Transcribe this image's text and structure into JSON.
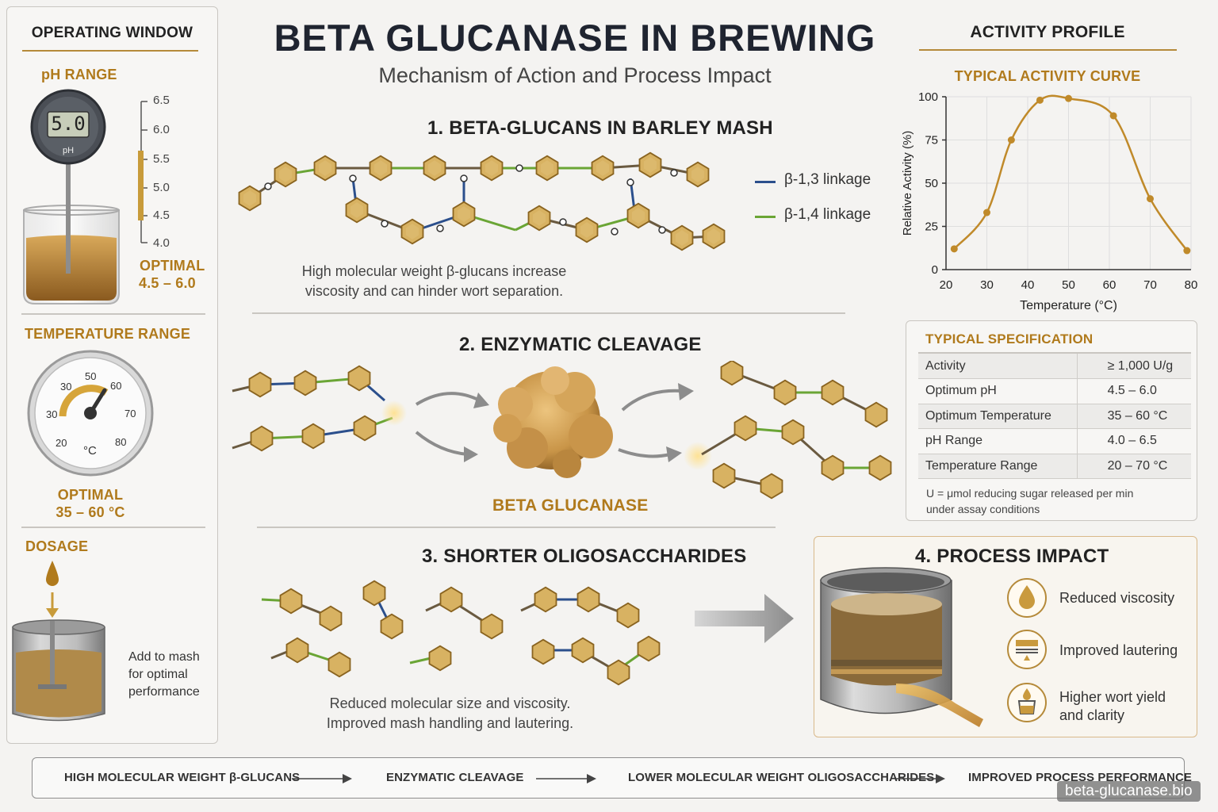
{
  "title": "BETA GLUCANASE IN BREWING",
  "subtitle": "Mechanism of Action and Process Impact",
  "operating_window": {
    "heading": "OPERATING WINDOW",
    "ph": {
      "label": "pH RANGE",
      "meter_display": "5.0",
      "meter_unit": "pH",
      "scale_ticks": [
        "6.5",
        "6.0",
        "5.5",
        "5.0",
        "4.5",
        "4.0"
      ],
      "optimal_label": "OPTIMAL",
      "optimal_value": "4.5 – 6.0"
    },
    "temperature": {
      "label": "TEMPERATURE RANGE",
      "gauge_ticks": [
        "20",
        "30",
        "30",
        "50",
        "60",
        "70",
        "80"
      ],
      "gauge_unit": "°C",
      "optimal_label": "OPTIMAL",
      "optimal_value": "35 – 60 °C"
    },
    "dosage": {
      "label": "DOSAGE",
      "text": "Add to mash for optimal performance"
    }
  },
  "section1": {
    "heading": "1. BETA-GLUCANS IN BARLEY MASH",
    "legend": [
      {
        "label": "β-1,3 linkage",
        "color": "#2b4f8c"
      },
      {
        "label": "β-1,4 linkage",
        "color": "#6aa535"
      }
    ],
    "caption_line1": "High molecular weight β-glucans increase",
    "caption_line2": "viscosity and can hinder wort separation."
  },
  "section2": {
    "heading": "2. ENZYMATIC CLEAVAGE",
    "enzyme_label": "BETA GLUCANASE"
  },
  "section3": {
    "heading": "3. SHORTER OLIGOSACCHARIDES",
    "caption_line1": "Reduced molecular size and viscosity.",
    "caption_line2": "Improved mash handling and lautering."
  },
  "section4": {
    "heading": "4. PROCESS IMPACT",
    "items": [
      {
        "icon": "drop-icon",
        "text": "Reduced viscosity"
      },
      {
        "icon": "lauter-filter-icon",
        "text": "Improved lautering"
      },
      {
        "icon": "wort-yield-icon",
        "text_line1": "Higher wort yield",
        "text_line2": "and clarity"
      }
    ]
  },
  "activity_profile": {
    "heading": "ACTIVITY PROFILE",
    "chart_title": "TYPICAL ACTIVITY CURVE"
  },
  "chart_data": {
    "type": "line",
    "title": "TYPICAL ACTIVITY CURVE",
    "xlabel": "Temperature (°C)",
    "ylabel": "Relative Activity (%)",
    "xlim": [
      20,
      80
    ],
    "ylim": [
      0,
      100
    ],
    "xticks": [
      20,
      30,
      40,
      50,
      60,
      70,
      80
    ],
    "yticks": [
      0,
      25,
      50,
      75,
      100
    ],
    "grid": true,
    "color": "#c08a2a",
    "x": [
      22,
      30,
      36,
      43,
      50,
      61,
      70,
      79
    ],
    "y": [
      12,
      33,
      75,
      98,
      99,
      89,
      41,
      11
    ]
  },
  "specification": {
    "heading": "TYPICAL SPECIFICATION",
    "rows": [
      {
        "param": "Activity",
        "value": "≥ 1,000 U/g"
      },
      {
        "param": "Optimum pH",
        "value": "4.5 – 6.0"
      },
      {
        "param": "Optimum Temperature",
        "value": "35 – 60 °C"
      },
      {
        "param": "pH Range",
        "value": "4.0 – 6.5"
      },
      {
        "param": "Temperature Range",
        "value": "20 – 70 °C"
      }
    ],
    "note_line1": "U = μmol reducing sugar released per min",
    "note_line2": "under assay conditions"
  },
  "flow": {
    "steps": [
      "HIGH MOLECULAR WEIGHT β-GLUCANS",
      "ENZYMATIC CLEAVAGE",
      "LOWER MOLECULAR WEIGHT OLIGOSACCHARIDES",
      "IMPROVED PROCESS PERFORMANCE"
    ]
  },
  "watermark": "beta-glucanase.bio"
}
